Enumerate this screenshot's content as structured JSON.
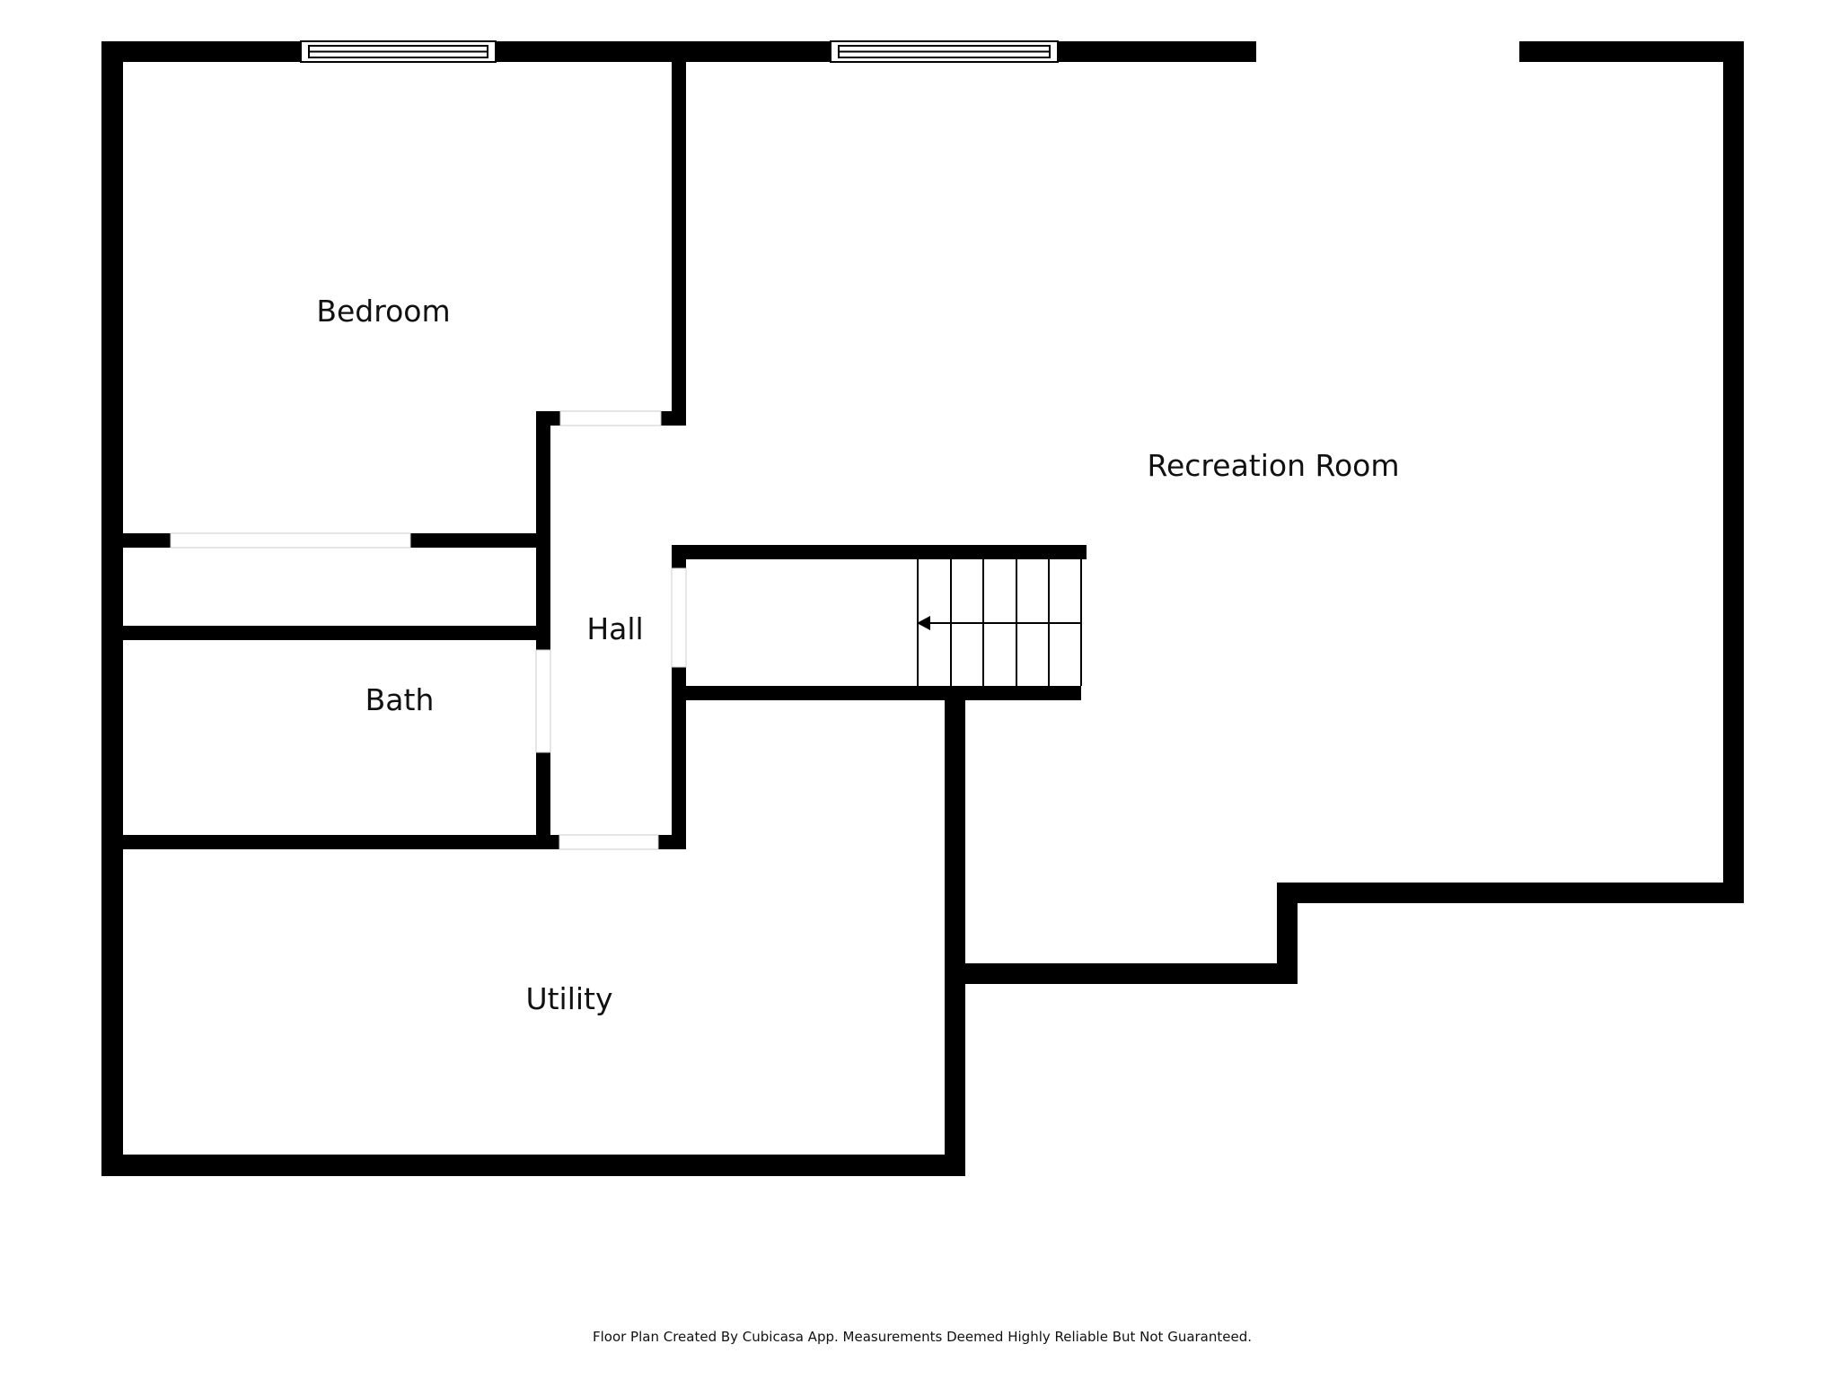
{
  "rooms": {
    "bedroom": "Bedroom",
    "recreation_room": "Recreation Room",
    "hall": "Hall",
    "bath": "Bath",
    "utility": "Utility"
  },
  "footer": {
    "note": "Floor Plan Created By Cubicasa App. Measurements Deemed Highly Reliable But Not Guaranteed."
  },
  "colors": {
    "wall": "#000000",
    "background": "#ffffff"
  }
}
